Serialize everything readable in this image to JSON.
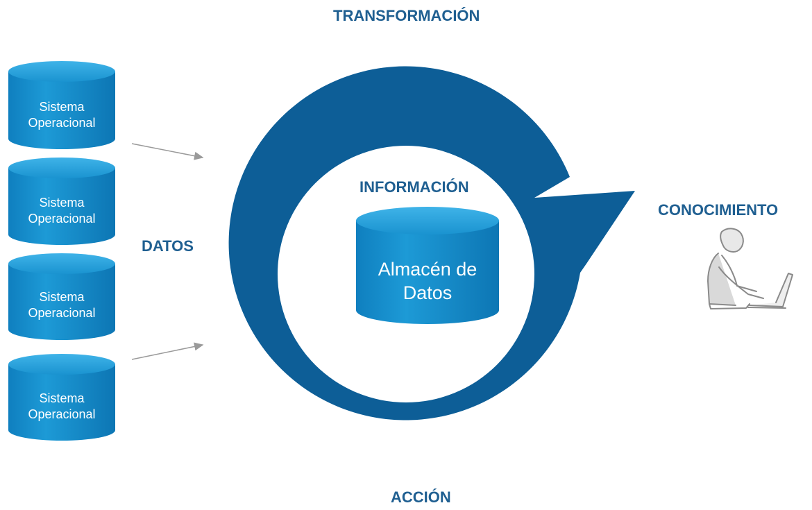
{
  "labels": {
    "transformacion": "TRANSFORMACIÓN",
    "informacion": "INFORMACIÓN",
    "conocimiento": "CONOCIMIENTO",
    "datos": "DATOS",
    "accion": "ACCIÓN"
  },
  "sources": [
    {
      "line1": "Sistema",
      "line2": "Operacional"
    },
    {
      "line1": "Sistema",
      "line2": "Operacional"
    },
    {
      "line1": "Sistema",
      "line2": "Operacional"
    },
    {
      "line1": "Sistema",
      "line2": "Operacional"
    }
  ],
  "warehouse": {
    "line1": "Almacén de",
    "line2": "Datos"
  },
  "icons": {
    "person": "person-at-laptop-icon",
    "cycle": "cycle-arrow-icon",
    "database": "database-cylinder-icon"
  },
  "colors": {
    "cycle": "#0d5e97",
    "label": "#1f5f91",
    "cylinder_side": "#1489c8",
    "cylinder_top": "#1c9ad7",
    "arrow": "#9a9a9a"
  }
}
